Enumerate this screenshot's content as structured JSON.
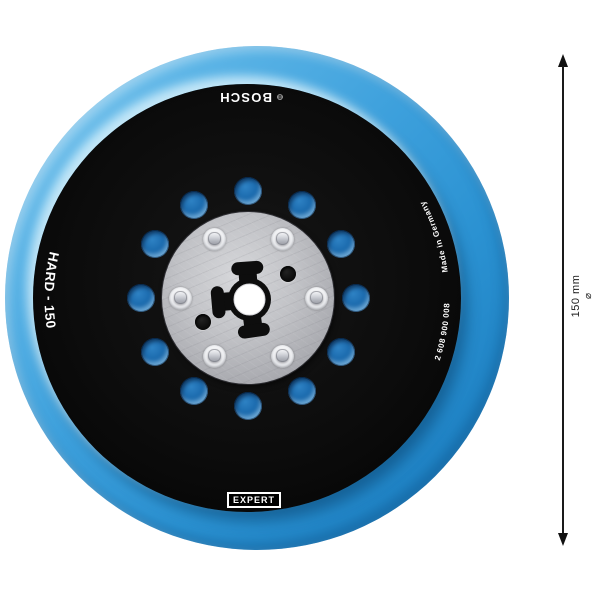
{
  "product": {
    "brand": "BOSCH",
    "model_label": "HARD - 150",
    "part_number": "2 608 900 008",
    "origin_label": "Made in Germany",
    "line_badge": "EXPERT"
  },
  "dimension": {
    "value_label": "150 mm",
    "diameter_symbol": "⌀"
  },
  "colors": {
    "pad_blue": "#3da0dc",
    "pad_blue_light": "#8ed0f2",
    "pad_blue_dark": "#1d80c2",
    "hole_blue": "#1c6bae",
    "disc_black": "#0a0a0a",
    "hub_silver": "#c2c3c7",
    "text_white": "#ffffff",
    "annotation_black": "#1a1a1a"
  }
}
